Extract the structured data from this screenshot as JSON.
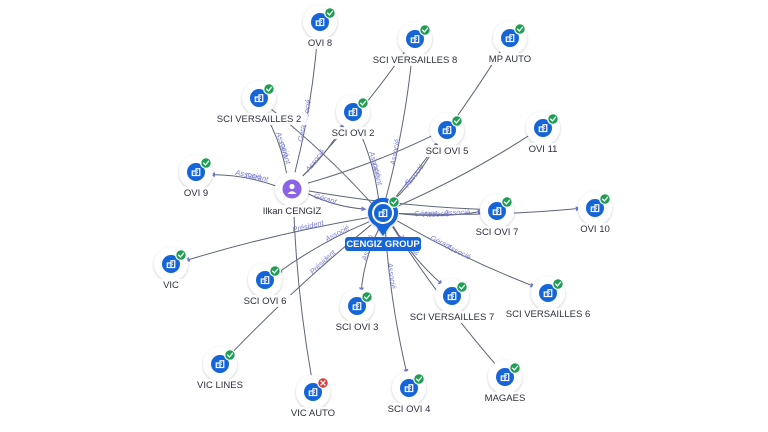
{
  "center": {
    "id": "cengiz",
    "label": "CENGIZ GROUP",
    "status": "active",
    "icon": "building-icon"
  },
  "person": {
    "id": "ilkan",
    "label": "Ilkan CENGIZ",
    "icon": "person-icon"
  },
  "companies": [
    {
      "id": "ovi8",
      "label": "OVI 8",
      "status": "active"
    },
    {
      "id": "scivers8",
      "label": "SCI VERSAILLES 8",
      "status": "active"
    },
    {
      "id": "mpauto",
      "label": "MP AUTO",
      "status": "active"
    },
    {
      "id": "scivers2",
      "label": "SCI VERSAILLES 2",
      "status": "active"
    },
    {
      "id": "scioviv2",
      "label": "SCI OVI 2",
      "status": "active"
    },
    {
      "id": "sciovi5",
      "label": "SCI OVI 5",
      "status": "active"
    },
    {
      "id": "ovi11",
      "label": "OVI 11",
      "status": "active"
    },
    {
      "id": "ovi9",
      "label": "OVI 9",
      "status": "active"
    },
    {
      "id": "sciovi7",
      "label": "SCI OVI 7",
      "status": "active"
    },
    {
      "id": "ovi10",
      "label": "OVI 10",
      "status": "active"
    },
    {
      "id": "vic",
      "label": "VIC",
      "status": "active"
    },
    {
      "id": "sciovi6",
      "label": "SCI OVI 6",
      "status": "active"
    },
    {
      "id": "sciovi3",
      "label": "SCI OVI 3",
      "status": "active"
    },
    {
      "id": "scivers7",
      "label": "SCI VERSAILLES 7",
      "status": "active"
    },
    {
      "id": "scivers6",
      "label": "SCI VERSAILLES 6",
      "status": "active"
    },
    {
      "id": "viclines",
      "label": "VIC LINES",
      "status": "active"
    },
    {
      "id": "vicauto",
      "label": "VIC AUTO",
      "status": "inactive"
    },
    {
      "id": "sciovi4",
      "label": "SCI OVI 4",
      "status": "active"
    },
    {
      "id": "magaes",
      "label": "MAGAES",
      "status": "active"
    }
  ],
  "relations": {
    "gerant": "Gérant",
    "associe": "Associé",
    "president": "Président",
    "g_short": "G"
  },
  "edges": [
    {
      "from": "ilkan",
      "to": "ovi8",
      "labels": [
        "Gérant",
        "Associé"
      ]
    },
    {
      "from": "ilkan",
      "to": "scivers2",
      "labels": [
        "Gérant",
        "Associé"
      ]
    },
    {
      "from": "ilkan",
      "to": "ovi9",
      "labels": [
        "Gérant",
        "Associé"
      ]
    },
    {
      "from": "ilkan",
      "to": "scioviv2",
      "labels": [
        "Associé"
      ]
    },
    {
      "from": "ilkan",
      "to": "cengiz",
      "labels": [
        "Gérant"
      ]
    },
    {
      "from": "ilkan",
      "to": "vicauto",
      "labels": []
    },
    {
      "from": "ilkan",
      "to": "scivers8",
      "labels": []
    },
    {
      "from": "ilkan",
      "to": "sciovi5",
      "labels": []
    },
    {
      "from": "ilkan",
      "to": "sciovi7",
      "labels": []
    },
    {
      "from": "cengiz",
      "to": "scioviv2",
      "labels": [
        "Gérant",
        "Associé"
      ]
    },
    {
      "from": "cengiz",
      "to": "scivers8",
      "labels": [
        "Associé"
      ]
    },
    {
      "from": "cengiz",
      "to": "sciovi5",
      "labels": [
        "G",
        "Associé"
      ]
    },
    {
      "from": "cengiz",
      "to": "ovi11",
      "labels": []
    },
    {
      "from": "cengiz",
      "to": "sciovi7",
      "labels": [
        "Gérant",
        "Associé"
      ]
    },
    {
      "from": "cengiz",
      "to": "ovi10",
      "labels": [
        "Associé"
      ]
    },
    {
      "from": "cengiz",
      "to": "vic",
      "labels": [
        "Président"
      ]
    },
    {
      "from": "cengiz",
      "to": "sciovi6",
      "labels": [
        "Associé"
      ]
    },
    {
      "from": "cengiz",
      "to": "sciovi3",
      "labels": [
        "Associé"
      ]
    },
    {
      "from": "cengiz",
      "to": "scivers7",
      "labels": [
        "Associé"
      ]
    },
    {
      "from": "cengiz",
      "to": "scivers6",
      "labels": [
        "Gérant",
        "Associé"
      ]
    },
    {
      "from": "cengiz",
      "to": "sciovi4",
      "labels": [
        "Associé"
      ]
    },
    {
      "from": "cengiz",
      "to": "magaes",
      "labels": []
    },
    {
      "from": "cengiz",
      "to": "viclines",
      "labels": [
        "Président"
      ]
    },
    {
      "from": "cengiz",
      "to": "mpauto",
      "labels": []
    },
    {
      "from": "cengiz",
      "to": "scivers2",
      "labels": []
    }
  ],
  "colors": {
    "node_blue": "#1565d8",
    "badge_green": "#1e9e52",
    "badge_red": "#d93a3a",
    "person_purple": "#8a63e6",
    "edge": "#5d6677",
    "edge_label": "#7a7fd6"
  }
}
